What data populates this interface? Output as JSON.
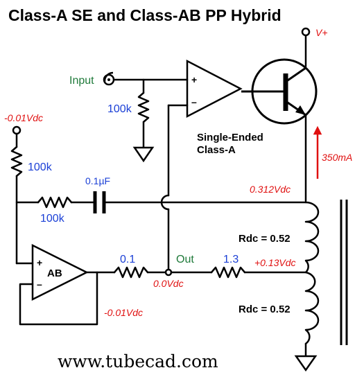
{
  "title": "Class-A SE and Class-AB PP Hybrid",
  "supply_label": "V+",
  "input_label": "Input",
  "output_label": "Out",
  "single_ended_line1": "Single-Ended",
  "single_ended_line2": "Class-A",
  "amp_ab_label": "AB",
  "opamp_plus": "+",
  "opamp_minus": "–",
  "resistors": {
    "input_bias": "100k",
    "top_left": "100k",
    "feedback_series": "100k",
    "ab_output": "0.1",
    "se_output": "1.3"
  },
  "capacitor": "0.1µF",
  "voltages": {
    "top_left": "-0.01Vdc",
    "ab_output": "-0.01Vdc",
    "out_node": "0.0Vdc",
    "transformer_top": "0.312Vdc",
    "transformer_tap": "+0.13Vdc"
  },
  "current": "350mA",
  "rdc_upper": "Rdc = 0.52",
  "rdc_lower": "Rdc = 0.52",
  "website": "www.tubecad.com",
  "colors": {
    "voltage": "#e01010",
    "component_value": "#1a3fd6",
    "node_label": "#1f7a3a"
  }
}
